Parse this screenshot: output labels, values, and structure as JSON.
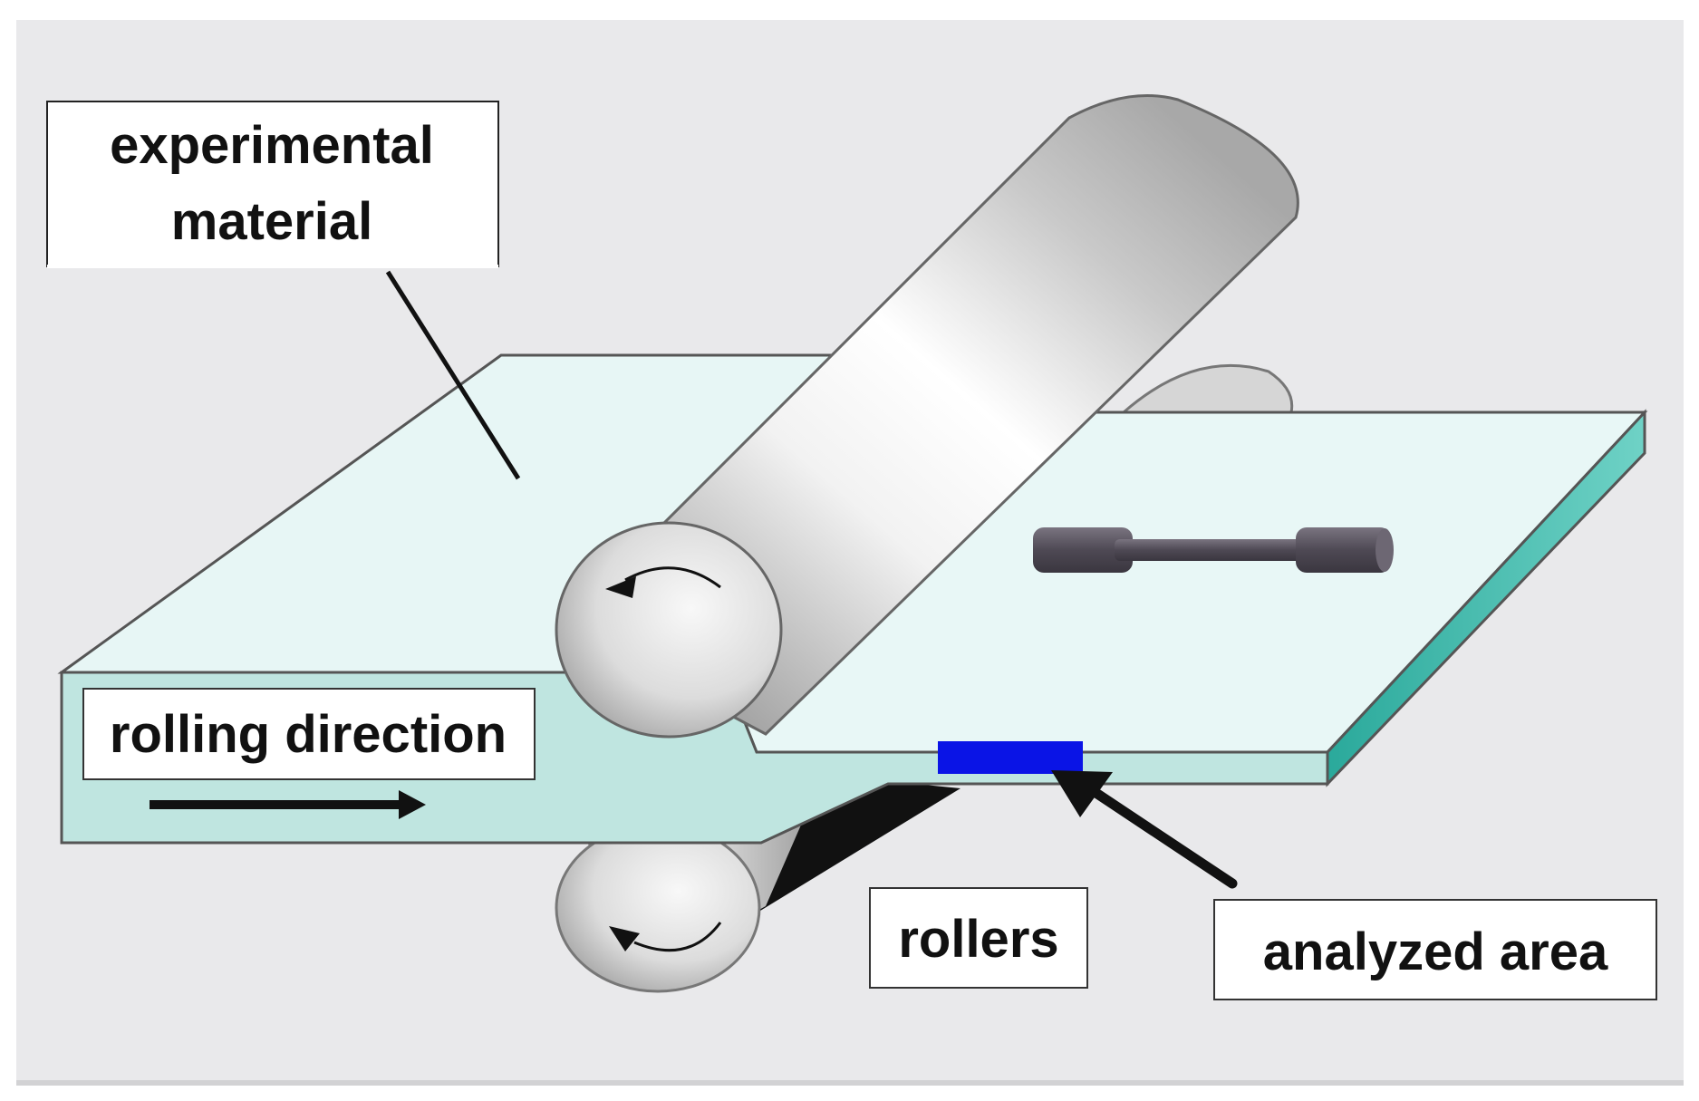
{
  "labels": {
    "material_line1": "experimental",
    "material_line2": "material",
    "rolling_direction": "rolling direction",
    "rollers": "rollers",
    "analyzed_area": "analyzed area"
  },
  "colors": {
    "background": "#e9e9eb",
    "sheet_top": "#e7f6f5",
    "sheet_front": "#bfe5e0",
    "sheet_side": "#34b4a6",
    "analyzed_area": "#0a14e6",
    "roller_light": "#f4f4f4",
    "roller_dark": "#8c8c8c",
    "specimen": "#5a5560",
    "text": "#111111"
  },
  "icons": [
    "rotation-arrow-icon",
    "rolling-direction-arrow",
    "pointer-arrow"
  ]
}
